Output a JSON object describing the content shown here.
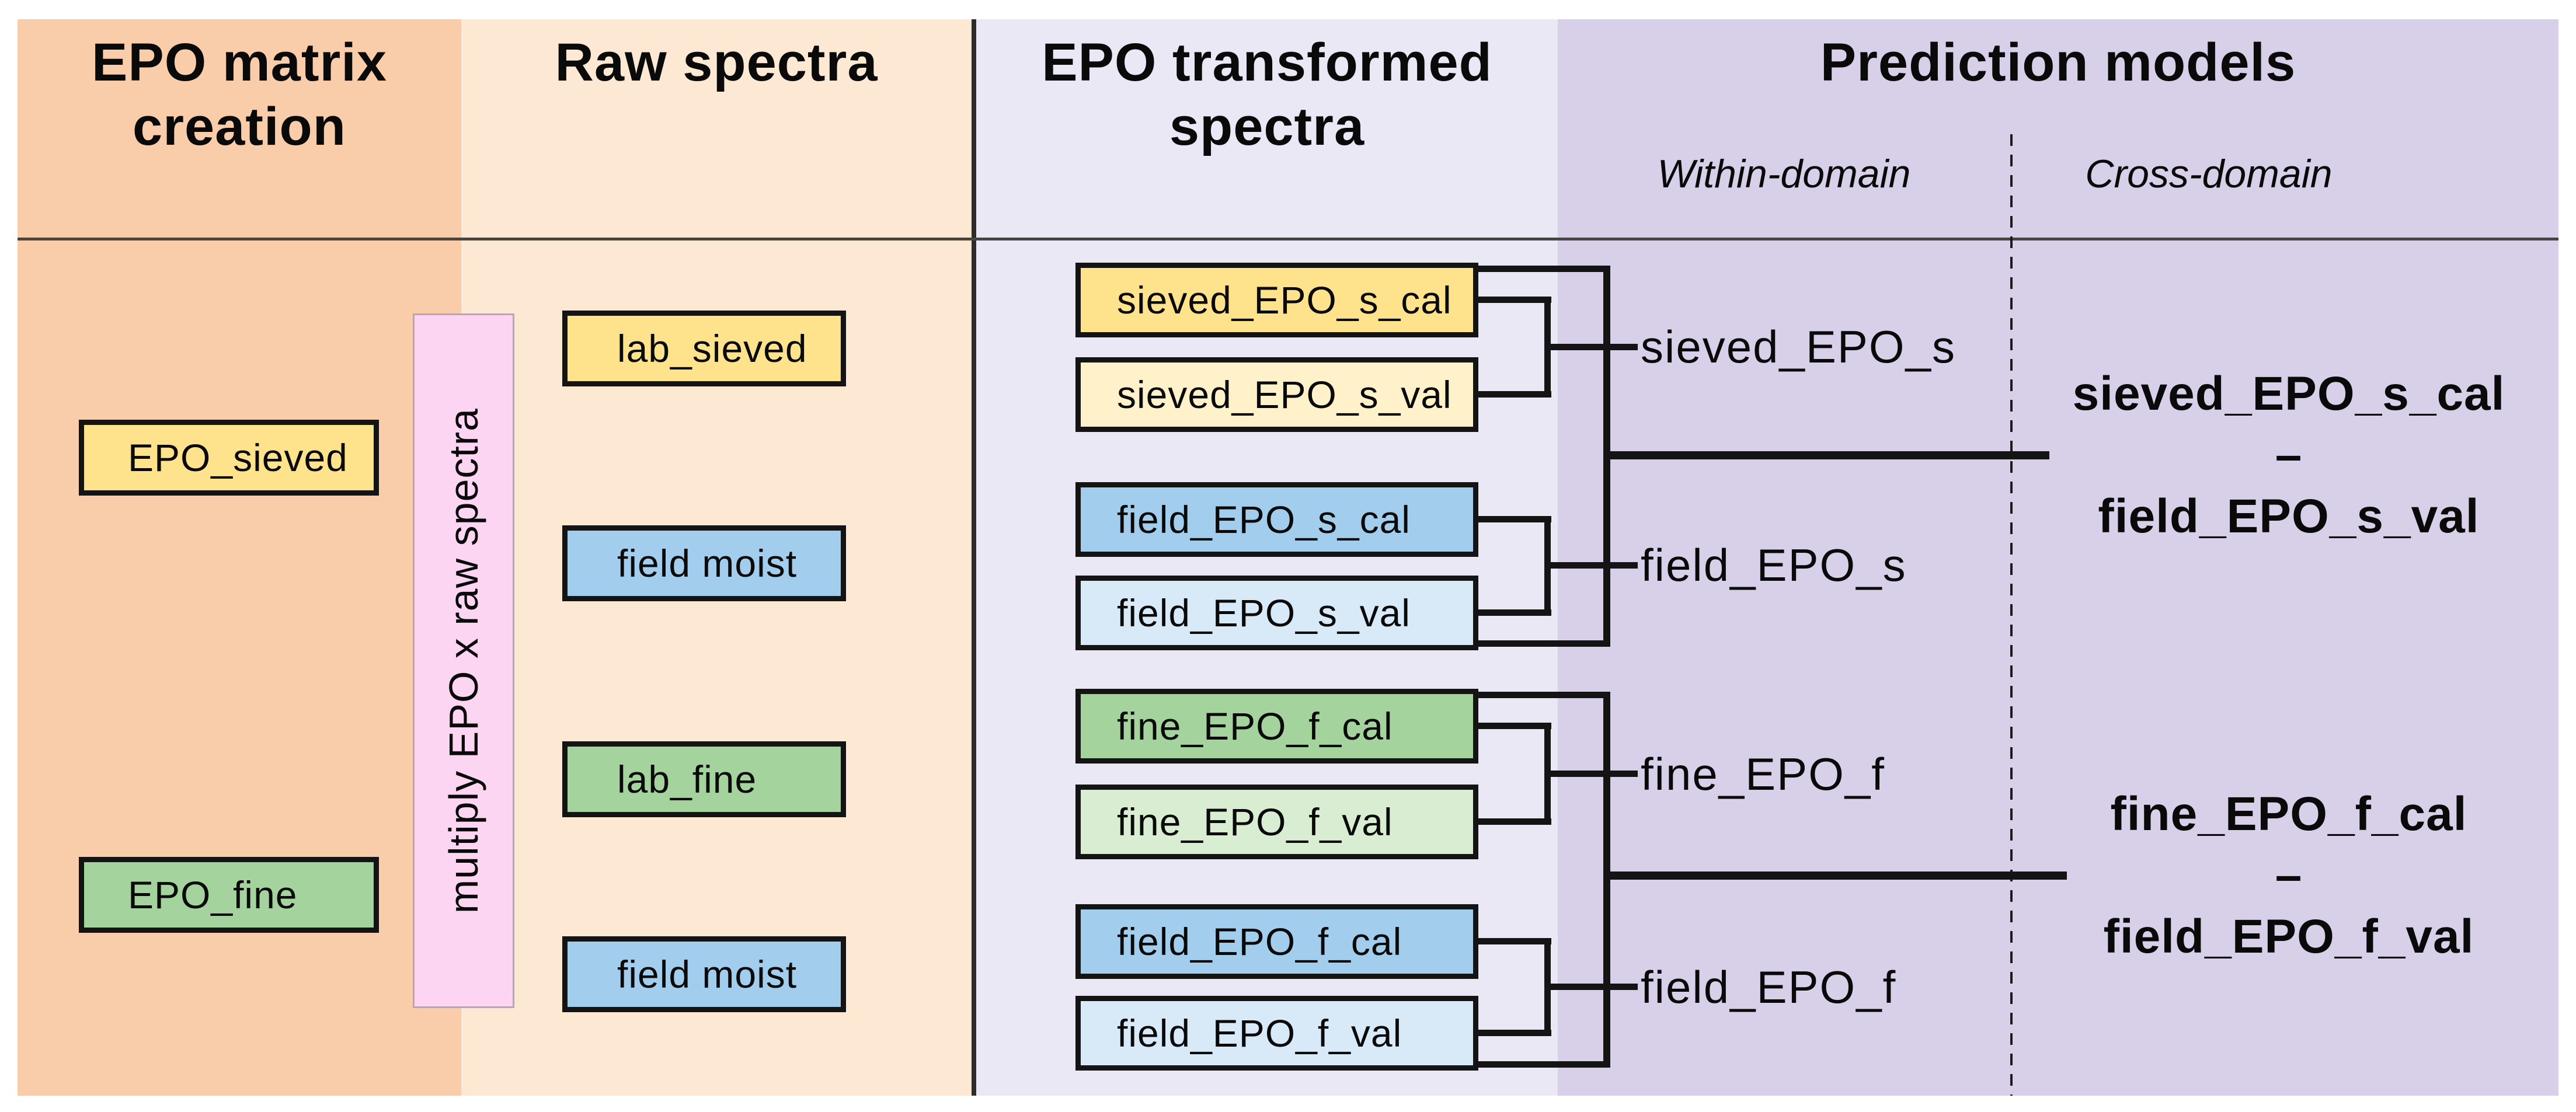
{
  "columns": [
    {
      "title_line1": "EPO matrix",
      "title_line2": "creation"
    },
    {
      "title_line1": "Raw spectra",
      "title_line2": ""
    },
    {
      "title_line1": "EPO transformed",
      "title_line2": "spectra"
    },
    {
      "title_line1": "Prediction models",
      "title_line2": ""
    }
  ],
  "prediction_sections": {
    "within_label": "Within-domain",
    "cross_label": "Cross-domain"
  },
  "epo_matrix_boxes": [
    {
      "label": "EPO_sieved"
    },
    {
      "label": "EPO_fine"
    }
  ],
  "multiply_label": "multiply EPO x raw spectra",
  "raw_boxes": [
    {
      "label": "lab_sieved"
    },
    {
      "label": "field moist"
    },
    {
      "label": "lab_fine"
    },
    {
      "label": "field moist"
    }
  ],
  "transformed_boxes": [
    {
      "label": "sieved_EPO_s_cal"
    },
    {
      "label": "sieved_EPO_s_val"
    },
    {
      "label": "field_EPO_s_cal"
    },
    {
      "label": "field_EPO_s_val"
    },
    {
      "label": "fine_EPO_f_cal"
    },
    {
      "label": "fine_EPO_f_val"
    },
    {
      "label": "field_EPO_f_cal"
    },
    {
      "label": "field_EPO_f_val"
    }
  ],
  "within_domain_models": [
    {
      "label": "sieved_EPO_s"
    },
    {
      "label": "field_EPO_s"
    },
    {
      "label": "fine_EPO_f"
    },
    {
      "label": "field_EPO_f"
    }
  ],
  "cross_domain_models": [
    {
      "line1": "sieved_EPO_s_cal",
      "separator": "–",
      "line2": "field_EPO_s_val"
    },
    {
      "line1": "fine_EPO_f_cal",
      "separator": "–",
      "line2": "field_EPO_f_val"
    }
  ],
  "colors": {
    "col_epo_matrix": "#F9CDAA",
    "col_raw_spectra": "#FDE9D3",
    "col_transformed": "#EAE8F5",
    "col_prediction": "#D8CFE8",
    "box_yellow": "#FFE38C",
    "box_yellow_pale": "#FFF2CB",
    "box_green": "#A5D39E",
    "box_green_pale": "#D8EDD2",
    "box_blue": "#A3CDEC",
    "box_blue_pale": "#D8E9F7",
    "box_pink": "#FBD5F2",
    "line": "#141414",
    "header_rule": "#4A443E",
    "text": "#0A0A0A"
  }
}
